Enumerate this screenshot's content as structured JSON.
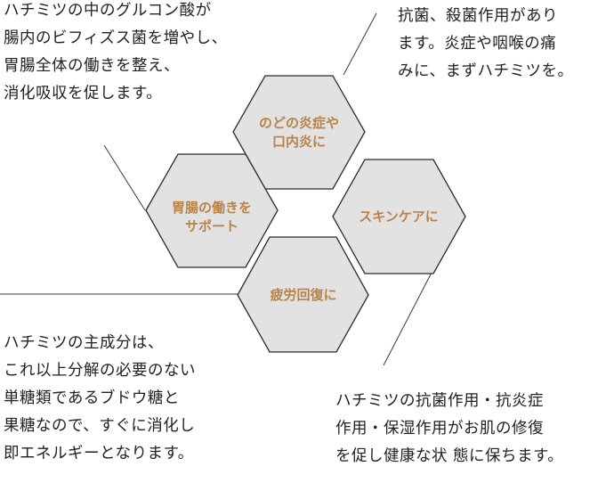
{
  "colors": {
    "hex_fill": "#e2e2e2",
    "hex_stroke": "#2b2b2b",
    "hex_text": "#b8834a",
    "connector_line": "#3a3a3a",
    "body_text": "#222222"
  },
  "hexagons": {
    "throat": {
      "lines": "のどの炎症や\n口内炎に"
    },
    "stomach": {
      "lines": "胃腸の働きを\nサポート"
    },
    "skin": {
      "lines": "スキンケアに"
    },
    "fatigue": {
      "lines": "疲労回復に"
    }
  },
  "texts": {
    "stomach_desc": [
      "ハチミツの中のグルコン酸が",
      "腸内のビフィズス菌を増やし、",
      "胃腸全体の働きを整え、",
      "消化吸収を促します。"
    ],
    "throat_desc": [
      "抗菌、殺菌作用があり",
      "ます。炎症や咽喉の痛",
      "みに、まずハチミツを。"
    ],
    "fatigue_desc": [
      "ハチミツの主成分は、",
      "これ以上分解の必要のない",
      "単糖類であるブドウ糖と",
      "果糖なので、すぐに消化し",
      "即エネルギーとなります。"
    ],
    "skin_desc": [
      "ハチミツの抗菌作用・抗炎症",
      "作用・保湿作用がお肌の修復",
      "を促し健康な状 態に保ちます。"
    ]
  }
}
